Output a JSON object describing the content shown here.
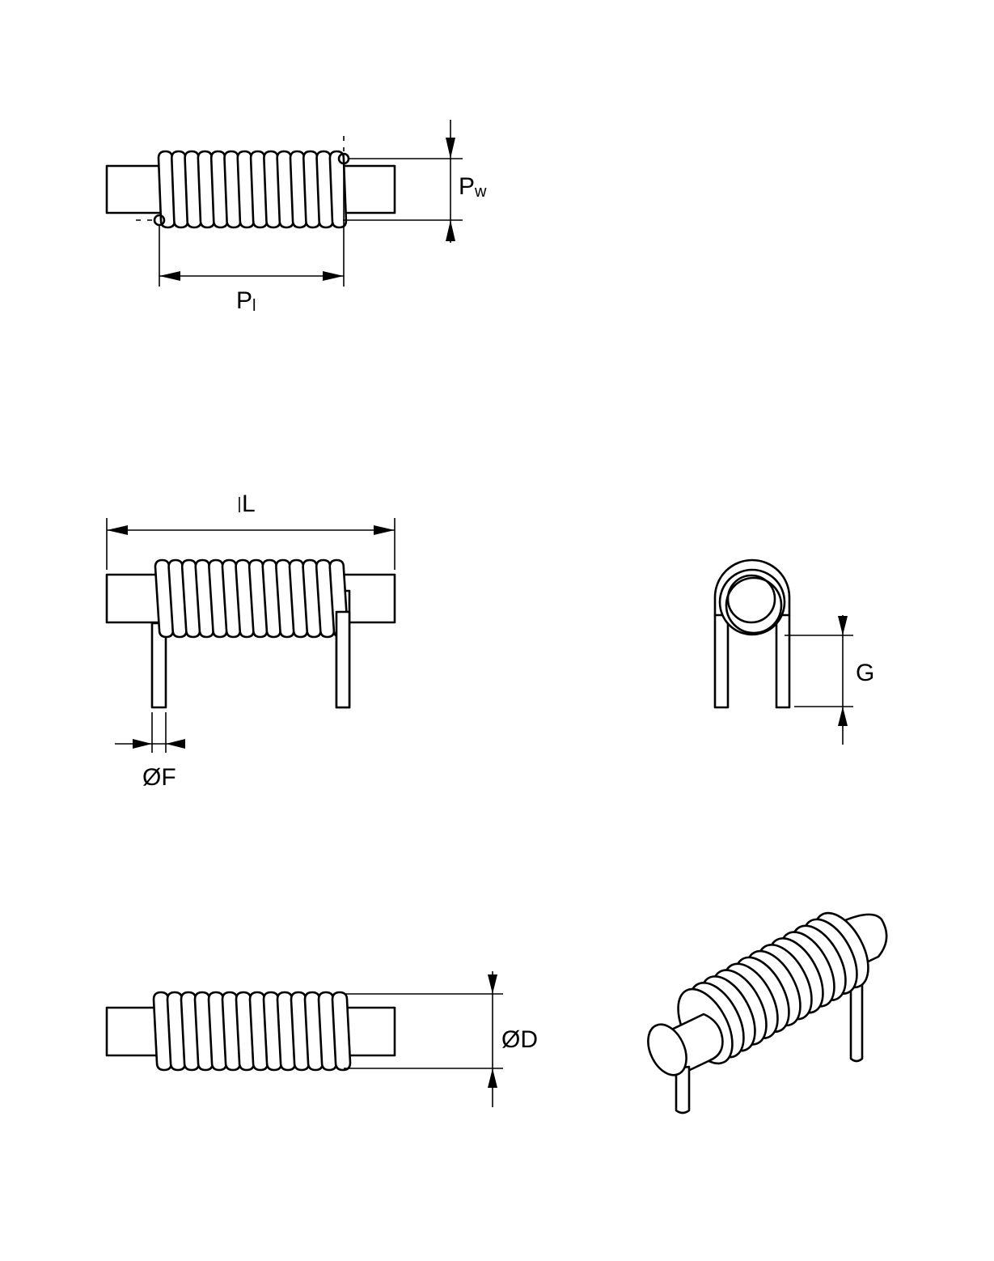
{
  "labels": {
    "pw_main": "P",
    "pw_sub": "w",
    "pl_main": "P",
    "pl_sub": "l",
    "length": "L",
    "lead_diameter": "ØF",
    "lead_gap": "G",
    "body_diameter": "ØD"
  }
}
